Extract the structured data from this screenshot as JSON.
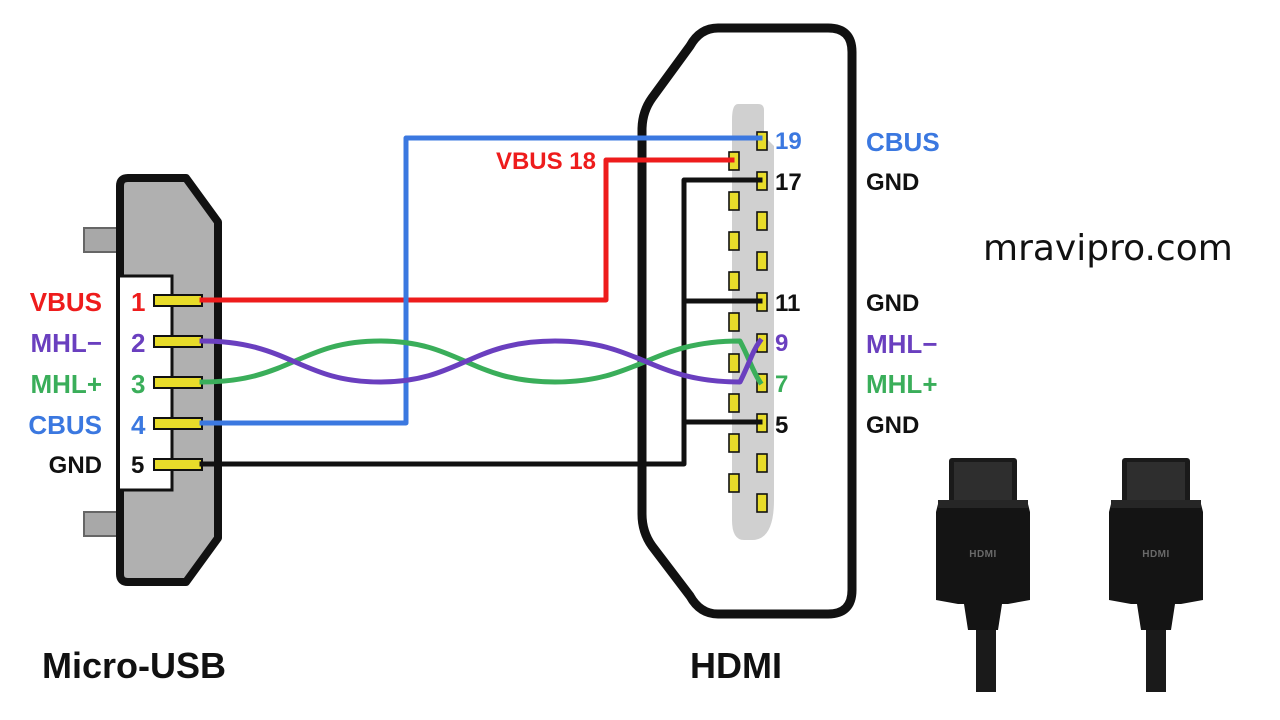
{
  "watermark": "mravipro.com",
  "colors": {
    "vbus": "#ee1c1c",
    "mhl_minus": "#6a3fbf",
    "mhl_plus": "#3aae5a",
    "cbus": "#3b78e0",
    "gnd": "#111111",
    "pin_gold": "#e8dc2a",
    "connector_fill": "#b0b0b0"
  },
  "micro_usb": {
    "title": "Micro-USB",
    "pins": [
      {
        "label": "VBUS",
        "number": "1",
        "color": "#ee1c1c"
      },
      {
        "label": "MHL−",
        "number": "2",
        "color": "#6a3fbf"
      },
      {
        "label": "MHL+",
        "number": "3",
        "color": "#3aae5a"
      },
      {
        "label": "CBUS",
        "number": "4",
        "color": "#3b78e0"
      },
      {
        "label": "GND",
        "number": "5",
        "color": "#111111"
      }
    ]
  },
  "hdmi": {
    "title": "HDMI",
    "vbus_label": "VBUS 18",
    "pins": [
      {
        "number": "19",
        "label": "CBUS",
        "color": "#3b78e0"
      },
      {
        "number": "17",
        "label": "GND",
        "color": "#111111"
      },
      {
        "number": "11",
        "label": "GND",
        "color": "#111111"
      },
      {
        "number": "9",
        "label": "MHL−",
        "color": "#6a3fbf"
      },
      {
        "number": "7",
        "label": "MHL+",
        "color": "#3aae5a"
      },
      {
        "number": "5",
        "label": "GND",
        "color": "#111111"
      }
    ]
  },
  "cable_logo": "HDMI"
}
